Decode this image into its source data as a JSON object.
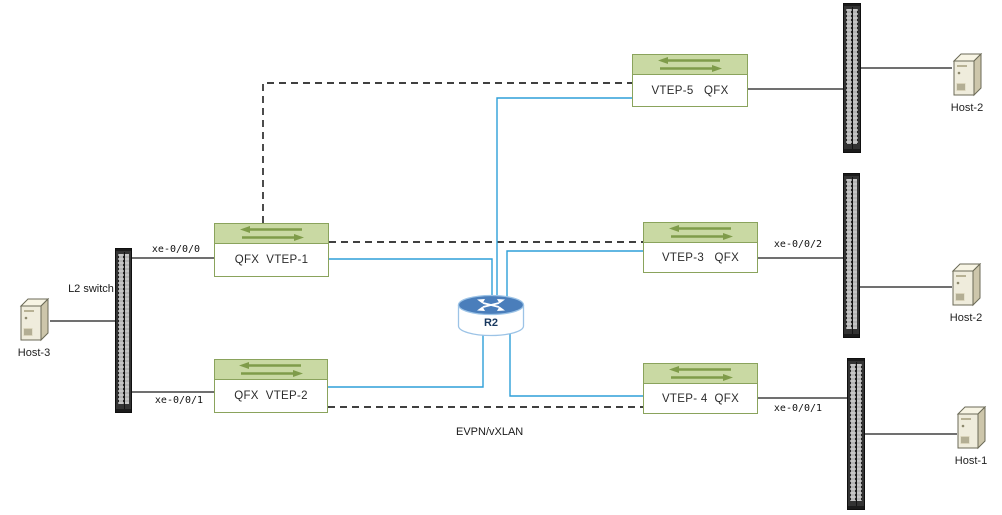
{
  "diagram_label": "EVPN/vXLAN",
  "colors": {
    "vtep_fill": "#c9d9a3",
    "vtep_border": "#8aa35c",
    "arrow_green": "#7f9c4a",
    "link_blue": "#2e9fd8",
    "line_black": "#1a1a1a",
    "router_top_blue": "#4a7ebb"
  },
  "nodes": {
    "vtep1": {
      "label": "QFX  VTEP-1"
    },
    "vtep2": {
      "label": "QFX  VTEP-2"
    },
    "vtep3": {
      "label": "VTEP-3   QFX"
    },
    "vtep4": {
      "label": "VTEP- 4  QFX"
    },
    "vtep5": {
      "label": "VTEP-5   QFX"
    },
    "router": {
      "label": "R2"
    },
    "l2switch": {
      "label": "L2 switch"
    },
    "host3": {
      "label": "Host-3"
    },
    "host2_top": {
      "label": "Host-2"
    },
    "host2_mid": {
      "label": "Host-2"
    },
    "host1": {
      "label": "Host-1"
    }
  },
  "interface_labels": {
    "vtep1_port": "xe-0/0/0",
    "vtep2_port": "xe-0/0/1",
    "vtep3_port": "xe-0/0/2",
    "vtep4_port": "xe-0/0/1"
  }
}
